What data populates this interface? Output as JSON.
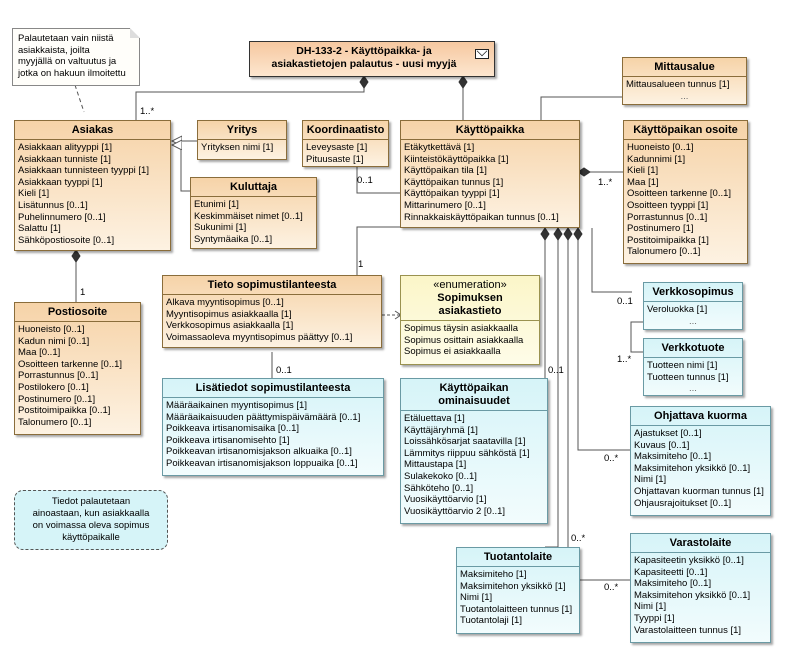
{
  "title": {
    "lines": [
      "DH-133-2 - Käyttöpaikka- ja",
      "asiakastietojen palautus - uusi myyjä"
    ]
  },
  "note_top": {
    "lines": [
      "Palautetaan vain niistä",
      "asiakkaista, joilta",
      "myyjällä on valtuutus ja",
      "jotka on hakuun ilmoitettu"
    ]
  },
  "note_bottom": {
    "lines": [
      "Tiedot palautetaan",
      "ainoastaan, kun asiakkaalla",
      "on voimassa oleva sopimus",
      "käyttöpaikalle"
    ]
  },
  "classes": {
    "asiakas": {
      "name": "Asiakas",
      "attrs": [
        "Asiakkaan alityyppi [1]",
        "Asiakkaan tunniste [1]",
        "Asiakkaan tunnisteen tyyppi [1]",
        "Asiakkaan tyyppi [1]",
        "Kieli [1]",
        "Lisätunnus [0..1]",
        "Puhelinnumero [0..1]",
        "Salattu [1]",
        "Sähköpostiosoite [0..1]"
      ]
    },
    "yritys": {
      "name": "Yritys",
      "attrs": [
        "Yrityksen nimi [1]"
      ]
    },
    "kuluttaja": {
      "name": "Kuluttaja",
      "attrs": [
        "Etunimi [1]",
        "Keskimmäiset nimet [0..1]",
        "Sukunimi [1]",
        "Syntymäaika [0..1]"
      ]
    },
    "koordinaatisto": {
      "name": "Koordinaatisto",
      "attrs": [
        "Leveysaste [1]",
        "Pituusaste [1]"
      ]
    },
    "kayttopaikka": {
      "name": "Käyttöpaikka",
      "attrs": [
        "Etäkytkettävä [1]",
        "Kiinteistökäyttöpaikka [1]",
        "Käyttöpaikan tila [1]",
        "Käyttöpaikan tunnus [1]",
        "Käyttöpaikan tyyppi [1]",
        "Mittarinumero [0..1]",
        "Rinnakkaiskäyttöpaikan tunnus [0..1]"
      ]
    },
    "mittausalue": {
      "name": "Mittausalue",
      "attrs": [
        "Mittausalueen tunnus [1]"
      ],
      "ellipsis": "..."
    },
    "osoite": {
      "name": "Käyttöpaikan osoite",
      "attrs": [
        "Huoneisto [0..1]",
        "Kadunnimi [1]",
        "Kieli [1]",
        "Maa [1]",
        "Osoitteen tarkenne [0..1]",
        "Osoitteen tyyppi [1]",
        "Porrastunnus [0..1]",
        "Postinumero [1]",
        "Postitoimipaikka [1]",
        "Talonumero [0..1]"
      ]
    },
    "postiosoite": {
      "name": "Postiosoite",
      "attrs": [
        "Huoneisto [0..1]",
        "Kadun nimi [0..1]",
        "Maa [0..1]",
        "Osoitteen tarkenne [0..1]",
        "Porrastunnus [0..1]",
        "Postilokero [0..1]",
        "Postinumero [0..1]",
        "Postitoimipaikka [0..1]",
        "Talonumero [0..1]"
      ]
    },
    "tieto": {
      "name": "Tieto sopimustilanteesta",
      "attrs": [
        "Alkava myyntisopimus [0..1]",
        "Myyntisopimus asiakkaalla [1]",
        "Verkkosopimus asiakkaalla [1]",
        "Voimassaoleva myyntisopimus päättyy [0..1]"
      ]
    },
    "enum": {
      "stereotype": "«enumeration»",
      "name_lines": [
        "Sopimuksen",
        "asiakastieto"
      ],
      "attrs": [
        "Sopimus täysin asiakkaalla",
        "Sopimus osittain asiakkaalla",
        "Sopimus ei asiakkaalla"
      ]
    },
    "lisatiedot": {
      "name": "Lisätiedot sopimustilanteesta",
      "attrs": [
        "Määräaikainen myyntisopimus [1]",
        "Määräaikaisuuden päättymispäivämäärä [0..1]",
        "Poikkeava irtisanomisaika [0..1]",
        "Poikkeava irtisanomisehto [1]",
        "Poikkeavan irtisanomisjakson alkuaika [0..1]",
        "Poikkeavan irtisanomisjakson loppuaika [0..1]"
      ]
    },
    "ominaisuudet": {
      "name_lines": [
        "Käyttöpaikan",
        "ominaisuudet"
      ],
      "attrs": [
        "Etäluettava [1]",
        "Käyttäjäryhmä [1]",
        "Loissähkösarjat saatavilla [1]",
        "Lämmitys riippuu sähköstä [1]",
        "Mittaustapa [1]",
        "Sulakekoko [0..1]",
        "Sähköteho [0..1]",
        "Vuosikäyttöarvio [1]",
        "Vuosikäyttöarvio 2 [0..1]"
      ]
    },
    "verkkosopimus": {
      "name": "Verkkosopimus",
      "attrs": [
        "Veroluokka [1]"
      ],
      "ellipsis": "..."
    },
    "verkkotuote": {
      "name": "Verkkotuote",
      "attrs": [
        "Tuotteen nimi [1]",
        "Tuotteen tunnus [1]"
      ],
      "ellipsis": "..."
    },
    "ohjattava": {
      "name": "Ohjattava kuorma",
      "attrs": [
        "Ajastukset [0..1]",
        "Kuvaus [0..1]",
        "Maksimiteho [0..1]",
        "Maksimitehon yksikkö [0..1]",
        "Nimi [1]",
        "Ohjattavan kuorman tunnus [1]",
        "Ohjausrajoitukset [0..1]"
      ]
    },
    "tuotantolaite": {
      "name": "Tuotantolaite",
      "attrs": [
        "Maksimiteho [1]",
        "Maksimitehon yksikkö [1]",
        "Nimi [1]",
        "Tuotantolaitteen tunnus [1]",
        "Tuotantolaji [1]"
      ]
    },
    "varastolaite": {
      "name": "Varastolaite",
      "attrs": [
        "Kapasiteetin yksikkö [0..1]",
        "Kapasiteetti [0..1]",
        "Maksimiteho [0..1]",
        "Maksimitehon yksikkö [0..1]",
        "Nimi [1]",
        "Tyyppi [1]",
        "Varastolaitteen tunnus [1]"
      ]
    }
  },
  "multiplicities": {
    "title_asiakas": "1..*",
    "koord": "0..1",
    "osoite": "1..*",
    "postiosoite": "1",
    "tieto": "1",
    "lisatiedot": "0..1",
    "verkkosopimus": "0..1",
    "verkkotuote": "1..*",
    "ominaisuudet": "0..1",
    "ohjattava": "0..*",
    "tuotantolaite": "0..*",
    "varastolaite": "0..*"
  }
}
